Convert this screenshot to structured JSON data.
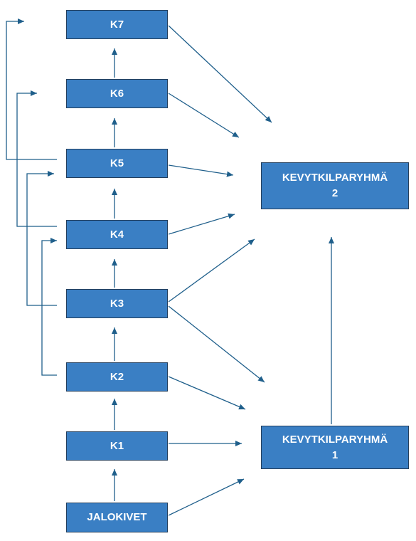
{
  "colors": {
    "box_fill": "#3a7fc4",
    "box_border": "#233e5c",
    "connector": "#1f5f8b",
    "text": "#ffffff"
  },
  "nodes": {
    "k7": "K7",
    "k6": "K6",
    "k5": "K5",
    "k4": "K4",
    "k3": "K3",
    "k2": "K2",
    "k1": "K1",
    "jalokivet": "JALOKIVET",
    "group2_line1": "KEVYTKILPARYHMÄ",
    "group2_line2": "2",
    "group1_line1": "KEVYTKILPARYHMÄ",
    "group1_line2": "1"
  },
  "edges": [
    {
      "from": "jalokivet",
      "to": "k1"
    },
    {
      "from": "k1",
      "to": "k2"
    },
    {
      "from": "k2",
      "to": "k3"
    },
    {
      "from": "k3",
      "to": "k4"
    },
    {
      "from": "k4",
      "to": "k5"
    },
    {
      "from": "k5",
      "to": "k6"
    },
    {
      "from": "k6",
      "to": "k7"
    },
    {
      "from": "k2",
      "to": "k4"
    },
    {
      "from": "k3",
      "to": "k5"
    },
    {
      "from": "k4",
      "to": "k6"
    },
    {
      "from": "k5",
      "to": "k7"
    },
    {
      "from": "jalokivet",
      "to": "group1"
    },
    {
      "from": "k1",
      "to": "group1"
    },
    {
      "from": "k2",
      "to": "group1"
    },
    {
      "from": "k3",
      "to": "group1"
    },
    {
      "from": "k3",
      "to": "group2"
    },
    {
      "from": "k4",
      "to": "group2"
    },
    {
      "from": "k5",
      "to": "group2"
    },
    {
      "from": "k6",
      "to": "group2"
    },
    {
      "from": "k7",
      "to": "group2"
    },
    {
      "from": "group1",
      "to": "group2"
    }
  ]
}
